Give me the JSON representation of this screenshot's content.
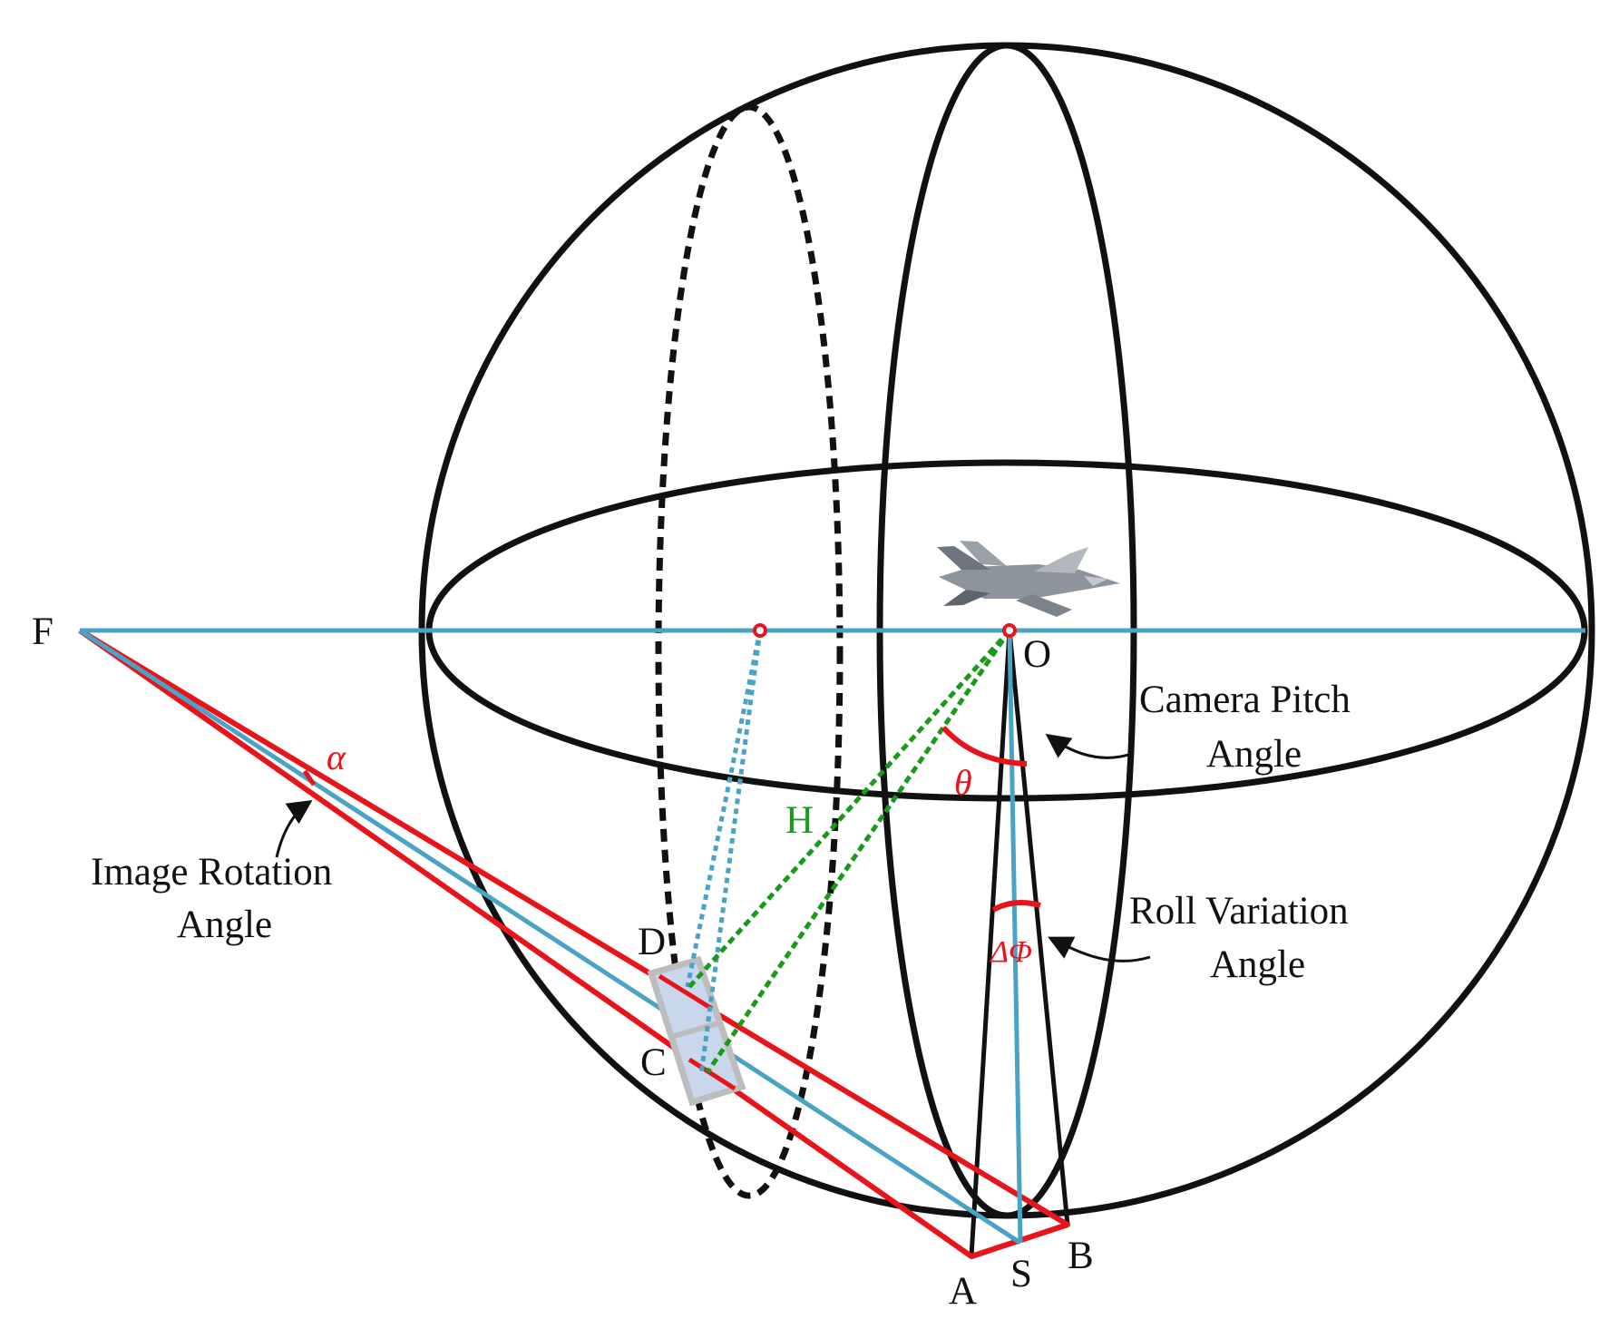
{
  "points": {
    "F": "F",
    "O": "O",
    "A": "A",
    "S": "S",
    "B": "B",
    "C": "C",
    "D": "D",
    "H": "H"
  },
  "angles": {
    "alpha": "α",
    "theta": "θ",
    "delta_phi": "ΔΦ"
  },
  "annotations": {
    "camera_pitch_line1": "Camera Pitch",
    "camera_pitch_line2": "Angle",
    "roll_variation_line1": "Roll  Variation",
    "roll_variation_line2": "Angle",
    "image_rotation_line1": "Image Rotation",
    "image_rotation_line2": "Angle"
  },
  "colors": {
    "sphere": "#111111",
    "optical_axis": "#4aa3c4",
    "projection": "#e8141c",
    "slant_range": "#1a9a1a",
    "image_frame": "#bdbdbd",
    "image_fill": "#c9d7ec",
    "angle_label": "#e8141c",
    "range_label": "#1a9a1a"
  },
  "icons": {
    "aircraft": "fighter-jet-icon"
  }
}
